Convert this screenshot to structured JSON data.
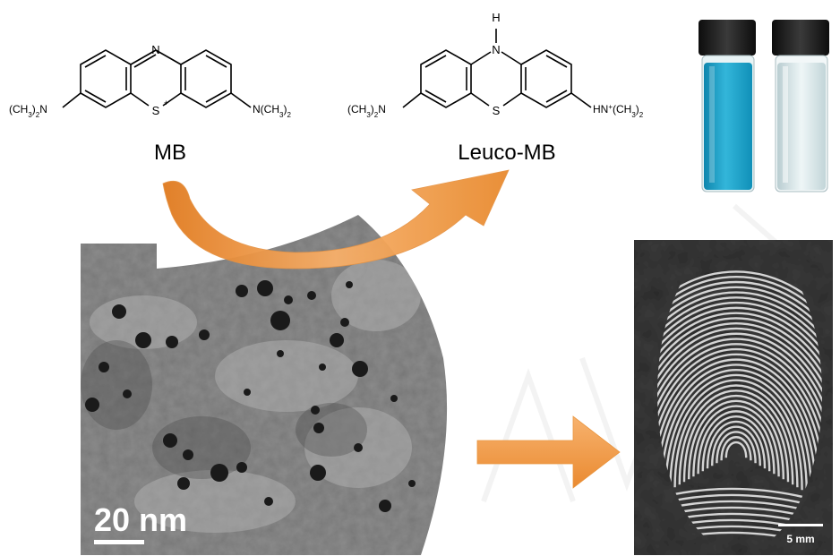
{
  "structures": {
    "mb": {
      "name": "MB",
      "ring_n": "N",
      "ring_s": "S",
      "ring_s_charge": "+",
      "left_sub_a": "(CH",
      "left_sub_b": "3",
      "left_sub_c": ")",
      "left_sub_d": "2",
      "left_sub_e": "N",
      "right_sub_a": "N(CH",
      "right_sub_b": "3",
      "right_sub_c": ")",
      "right_sub_d": "2"
    },
    "leuco": {
      "name": "Leuco-MB",
      "ring_h": "H",
      "ring_n": "N",
      "ring_s": "S",
      "left_sub_a": "(CH",
      "left_sub_b": "3",
      "left_sub_c": ")",
      "left_sub_d": "2",
      "left_sub_e": "N",
      "right_sub_a": "HN",
      "right_sub_b": "+",
      "right_sub_c": "(CH",
      "right_sub_d": "3",
      "right_sub_e": ")",
      "right_sub_f": "2"
    }
  },
  "tem_image": {
    "scale_bar_label": "20 nm"
  },
  "fingerprint_image": {
    "scale_bar_label": "5 mm"
  },
  "colors": {
    "arrow": "#f29a3c",
    "vial_blue": "#1a9fc4",
    "vial_clear": "#d6e4e6",
    "cap": "#1e1e1e"
  },
  "icons": {
    "curved_arrow": "curved-reaction-arrow-icon",
    "straight_arrow": "straight-arrow-icon"
  }
}
